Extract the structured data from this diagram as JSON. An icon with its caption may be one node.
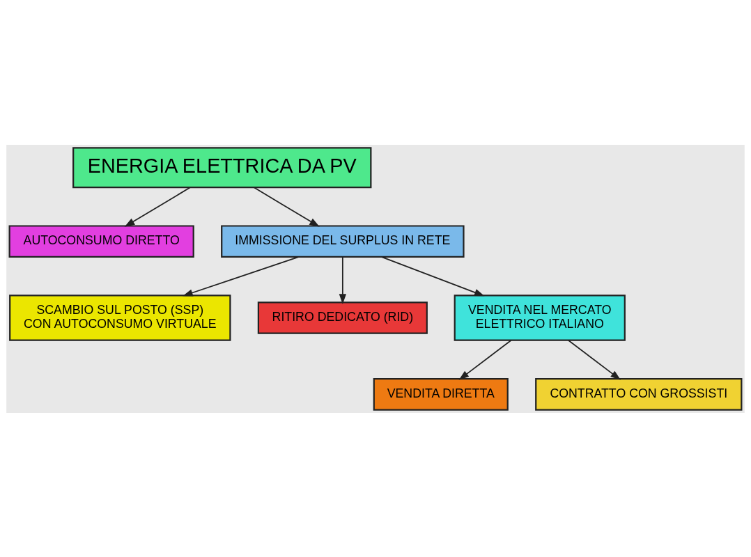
{
  "diagram": {
    "nodes": [
      {
        "text": [
          "ENERGIA ELETTRICA DA PV"
        ]
      },
      {
        "text": [
          "AUTOCONSUMO DIRETTO"
        ]
      },
      {
        "text": [
          "IMMISSIONE DEL SURPLUS IN RETE"
        ]
      },
      {
        "text": [
          "SCAMBIO SUL POSTO (SSP) CON AUTOCONSUMO VIRTUALE"
        ]
      },
      {
        "text": [
          "RITIRO DEDICATO (RID)"
        ]
      },
      {
        "text": [
          "VENDITA NEL MERCATO ELETTRICO ITALIANO"
        ]
      },
      {
        "text": [
          "VENDITA DIRETTA"
        ]
      },
      {
        "text": [
          "CONTRATTO CON GROSSISTI"
        ]
      }
    ],
    "edges": [
      {
        "from": 0,
        "to": 1,
        "arrow": "to"
      },
      {
        "from": 0,
        "to": 2,
        "arrow": "to"
      },
      {
        "from": 2,
        "to": 3,
        "arrow": "to"
      },
      {
        "from": 2,
        "to": 4,
        "arrow": "to"
      },
      {
        "from": 2,
        "to": 5,
        "arrow": "to"
      },
      {
        "from": 5,
        "to": 6,
        "arrow": "to"
      },
      {
        "from": 5,
        "to": 7,
        "arrow": "to"
      }
    ]
  }
}
